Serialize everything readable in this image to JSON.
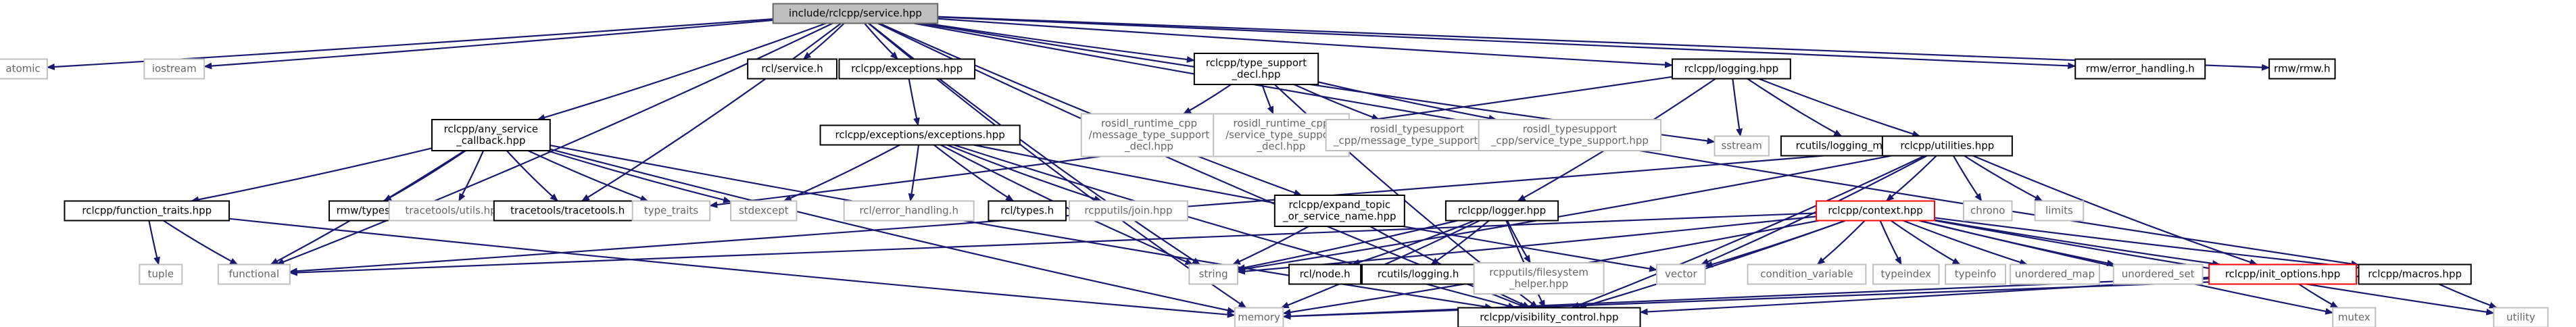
{
  "graph": {
    "nodes": [
      {
        "id": "root",
        "label": [
          "include/rclcpp/service.hpp"
        ],
        "style": "root"
      },
      {
        "id": "atomic",
        "label": [
          "atomic"
        ],
        "style": "ext"
      },
      {
        "id": "iostream",
        "label": [
          "iostream"
        ],
        "style": "ext"
      },
      {
        "id": "rcl_service",
        "label": [
          "rcl/service.h"
        ],
        "style": "doc"
      },
      {
        "id": "exceptions_hpp",
        "label": [
          "rclcpp/exceptions.hpp"
        ],
        "style": "doc"
      },
      {
        "id": "type_support",
        "label": [
          "rclcpp/type_support",
          "_decl.hpp"
        ],
        "style": "doc"
      },
      {
        "id": "logging_hpp",
        "label": [
          "rclcpp/logging.hpp"
        ],
        "style": "doc"
      },
      {
        "id": "rmw_error",
        "label": [
          "rmw/error_handling.h"
        ],
        "style": "doc"
      },
      {
        "id": "rmw_rmw",
        "label": [
          "rmw/rmw.h"
        ],
        "style": "doc"
      },
      {
        "id": "any_service",
        "label": [
          "rclcpp/any_service",
          "_callback.hpp"
        ],
        "style": "doc"
      },
      {
        "id": "exceptions_exc",
        "label": [
          "rclcpp/exceptions/exceptions.hpp"
        ],
        "style": "doc"
      },
      {
        "id": "rosidl_msg",
        "label": [
          "rosidl_runtime_cpp",
          "/message_type_support",
          "_decl.hpp"
        ],
        "style": "ext"
      },
      {
        "id": "rosidl_srv",
        "label": [
          "rosidl_runtime_cpp",
          "/service_type_support",
          "_decl.hpp"
        ],
        "style": "ext"
      },
      {
        "id": "rosidl_ts_msg",
        "label": [
          "rosidl_typesupport",
          "_cpp/message_type_support.hpp"
        ],
        "style": "ext"
      },
      {
        "id": "rosidl_ts_srv",
        "label": [
          "rosidl_typesupport",
          "_cpp/service_type_support.hpp"
        ],
        "style": "ext"
      },
      {
        "id": "sstream",
        "label": [
          "sstream"
        ],
        "style": "ext"
      },
      {
        "id": "rcutils_logging_macros",
        "label": [
          "rcutils/logging_macros.h"
        ],
        "style": "doc"
      },
      {
        "id": "utilities",
        "label": [
          "rclcpp/utilities.hpp"
        ],
        "style": "doc"
      },
      {
        "id": "function_traits",
        "label": [
          "rclcpp/function_traits.hpp"
        ],
        "style": "doc"
      },
      {
        "id": "rmw_types",
        "label": [
          "rmw/types.h"
        ],
        "style": "doc"
      },
      {
        "id": "tracetools_utils",
        "label": [
          "tracetools/utils.hpp"
        ],
        "style": "ext"
      },
      {
        "id": "tracetools_h",
        "label": [
          "tracetools/tracetools.h"
        ],
        "style": "doc"
      },
      {
        "id": "type_traits",
        "label": [
          "type_traits"
        ],
        "style": "ext"
      },
      {
        "id": "stdexcept",
        "label": [
          "stdexcept"
        ],
        "style": "ext"
      },
      {
        "id": "rcl_error",
        "label": [
          "rcl/error_handling.h"
        ],
        "style": "ext"
      },
      {
        "id": "rcl_types",
        "label": [
          "rcl/types.h"
        ],
        "style": "doc"
      },
      {
        "id": "rcpputils_join",
        "label": [
          "rcpputils/join.hpp"
        ],
        "style": "ext"
      },
      {
        "id": "expand_topic",
        "label": [
          "rclcpp/expand_topic",
          "_or_service_name.hpp"
        ],
        "style": "doc"
      },
      {
        "id": "logger_hpp",
        "label": [
          "rclcpp/logger.hpp"
        ],
        "style": "doc"
      },
      {
        "id": "context_hpp",
        "label": [
          "rclcpp/context.hpp"
        ],
        "style": "red"
      },
      {
        "id": "chrono",
        "label": [
          "chrono"
        ],
        "style": "ext"
      },
      {
        "id": "limits",
        "label": [
          "limits"
        ],
        "style": "ext"
      },
      {
        "id": "tuple",
        "label": [
          "tuple"
        ],
        "style": "ext"
      },
      {
        "id": "functional",
        "label": [
          "functional"
        ],
        "style": "ext"
      },
      {
        "id": "string",
        "label": [
          "string"
        ],
        "style": "ext"
      },
      {
        "id": "rcl_node",
        "label": [
          "rcl/node.h"
        ],
        "style": "doc"
      },
      {
        "id": "rcutils_logging",
        "label": [
          "rcutils/logging.h"
        ],
        "style": "doc"
      },
      {
        "id": "rcpputils_fs",
        "label": [
          "rcpputils/filesystem",
          "_helper.hpp"
        ],
        "style": "ext"
      },
      {
        "id": "vector",
        "label": [
          "vector"
        ],
        "style": "ext"
      },
      {
        "id": "condition_variable",
        "label": [
          "condition_variable"
        ],
        "style": "ext"
      },
      {
        "id": "typeindex",
        "label": [
          "typeindex"
        ],
        "style": "ext"
      },
      {
        "id": "typeinfo",
        "label": [
          "typeinfo"
        ],
        "style": "ext"
      },
      {
        "id": "unordered_map",
        "label": [
          "unordered_map"
        ],
        "style": "ext"
      },
      {
        "id": "unordered_set",
        "label": [
          "unordered_set"
        ],
        "style": "ext"
      },
      {
        "id": "init_options",
        "label": [
          "rclcpp/init_options.hpp"
        ],
        "style": "red"
      },
      {
        "id": "macros_hpp",
        "label": [
          "rclcpp/macros.hpp"
        ],
        "style": "doc"
      },
      {
        "id": "memory",
        "label": [
          "memory"
        ],
        "style": "ext"
      },
      {
        "id": "visibility",
        "label": [
          "rclcpp/visibility_control.hpp"
        ],
        "style": "doc"
      },
      {
        "id": "mutex",
        "label": [
          "mutex"
        ],
        "style": "ext"
      },
      {
        "id": "utility",
        "label": [
          "utility"
        ],
        "style": "ext"
      }
    ],
    "edges": [
      [
        "root",
        "atomic"
      ],
      [
        "root",
        "iostream"
      ],
      [
        "root",
        "rcl_service"
      ],
      [
        "root",
        "exceptions_hpp"
      ],
      [
        "root",
        "type_support"
      ],
      [
        "root",
        "logging_hpp"
      ],
      [
        "root",
        "rmw_error"
      ],
      [
        "root",
        "rmw_rmw"
      ],
      [
        "root",
        "any_service"
      ],
      [
        "root",
        "functional"
      ],
      [
        "root",
        "memory"
      ],
      [
        "root",
        "string"
      ],
      [
        "root",
        "sstream"
      ],
      [
        "root",
        "tracetools_h"
      ],
      [
        "root",
        "visibility"
      ],
      [
        "root",
        "macros_hpp"
      ],
      [
        "root",
        "expand_topic"
      ],
      [
        "exceptions_hpp",
        "exceptions_exc"
      ],
      [
        "type_support",
        "rosidl_msg"
      ],
      [
        "type_support",
        "rosidl_srv"
      ],
      [
        "type_support",
        "rosidl_ts_msg"
      ],
      [
        "type_support",
        "rosidl_ts_srv"
      ],
      [
        "type_support",
        "visibility"
      ],
      [
        "logging_hpp",
        "sstream"
      ],
      [
        "logging_hpp",
        "rcutils_logging_macros"
      ],
      [
        "logging_hpp",
        "utilities"
      ],
      [
        "logging_hpp",
        "logger_hpp"
      ],
      [
        "logging_hpp",
        "type_traits"
      ],
      [
        "any_service",
        "function_traits"
      ],
      [
        "any_service",
        "rmw_types"
      ],
      [
        "any_service",
        "tracetools_utils"
      ],
      [
        "any_service",
        "tracetools_h"
      ],
      [
        "any_service",
        "type_traits"
      ],
      [
        "any_service",
        "stdexcept"
      ],
      [
        "any_service",
        "functional"
      ],
      [
        "any_service",
        "memory"
      ],
      [
        "any_service",
        "visibility"
      ],
      [
        "exceptions_exc",
        "stdexcept"
      ],
      [
        "exceptions_exc",
        "rcl_error"
      ],
      [
        "exceptions_exc",
        "rcl_types"
      ],
      [
        "exceptions_exc",
        "rcpputils_join"
      ],
      [
        "exceptions_exc",
        "string"
      ],
      [
        "exceptions_exc",
        "vector"
      ],
      [
        "exceptions_exc",
        "visibility"
      ],
      [
        "utilities",
        "chrono"
      ],
      [
        "utilities",
        "limits"
      ],
      [
        "utilities",
        "context_hpp"
      ],
      [
        "utilities",
        "functional"
      ],
      [
        "utilities",
        "string"
      ],
      [
        "utilities",
        "vector"
      ],
      [
        "utilities",
        "init_options"
      ],
      [
        "utilities",
        "visibility"
      ],
      [
        "function_traits",
        "tuple"
      ],
      [
        "function_traits",
        "functional"
      ],
      [
        "function_traits",
        "memory"
      ],
      [
        "expand_topic",
        "string"
      ],
      [
        "expand_topic",
        "visibility"
      ],
      [
        "logger_hpp",
        "memory"
      ],
      [
        "logger_hpp",
        "string"
      ],
      [
        "logger_hpp",
        "rcl_node"
      ],
      [
        "logger_hpp",
        "rcutils_logging"
      ],
      [
        "logger_hpp",
        "rcpputils_fs"
      ],
      [
        "logger_hpp",
        "visibility"
      ],
      [
        "context_hpp",
        "condition_variable"
      ],
      [
        "context_hpp",
        "typeindex"
      ],
      [
        "context_hpp",
        "typeinfo"
      ],
      [
        "context_hpp",
        "unordered_map"
      ],
      [
        "context_hpp",
        "unordered_set"
      ],
      [
        "context_hpp",
        "vector"
      ],
      [
        "context_hpp",
        "string"
      ],
      [
        "context_hpp",
        "functional"
      ],
      [
        "context_hpp",
        "memory"
      ],
      [
        "context_hpp",
        "init_options"
      ],
      [
        "context_hpp",
        "macros_hpp"
      ],
      [
        "context_hpp",
        "visibility"
      ],
      [
        "context_hpp",
        "mutex"
      ],
      [
        "context_hpp",
        "utility"
      ],
      [
        "init_options",
        "memory"
      ],
      [
        "init_options",
        "mutex"
      ],
      [
        "init_options",
        "visibility"
      ],
      [
        "macros_hpp",
        "memory"
      ],
      [
        "macros_hpp",
        "utility"
      ]
    ]
  },
  "colors": {
    "edge": "#191970",
    "root_fill": "#bfbfbf",
    "doc_border": "#000000",
    "ext_border": "#bfbfbf",
    "ext_text": "#666666",
    "red_border": "#ff0000",
    "background": "#ffffff"
  }
}
